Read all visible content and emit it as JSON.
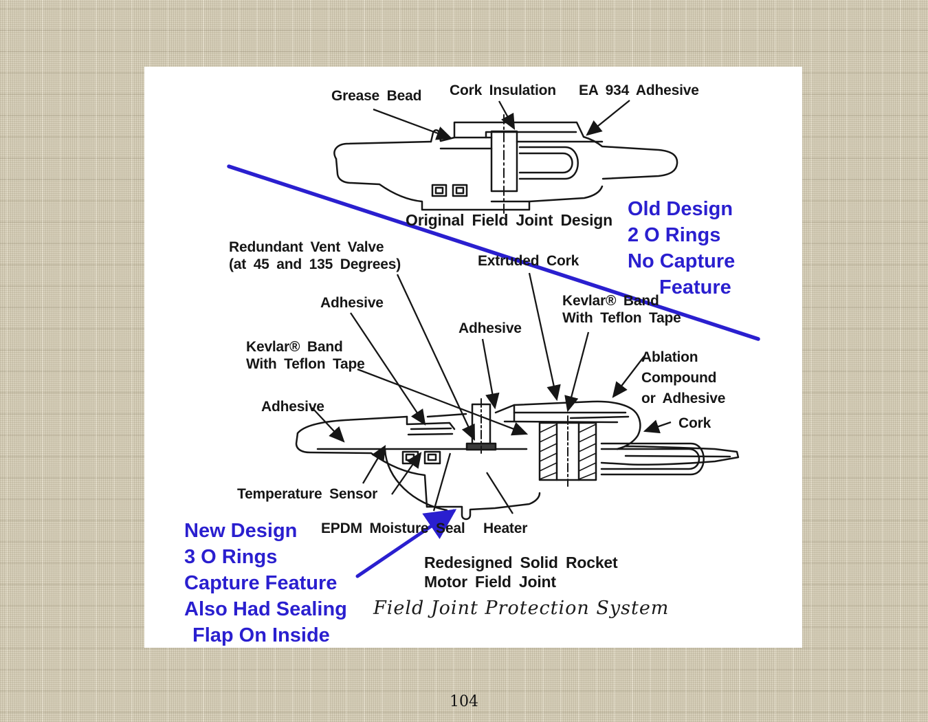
{
  "colors": {
    "accent_blue": "#2a1fcf",
    "ink": "#161616",
    "background": "#d8d1bc",
    "panel": "#ffffff"
  },
  "page": {
    "number": "104"
  },
  "upper_diagram": {
    "labels": {
      "grease_bead": "Grease Bead",
      "cork_insulation": "Cork Insulation",
      "ea_934_adhesive": "EA 934 Adhesive"
    },
    "caption": "Original Field Joint Design"
  },
  "old_design_note": {
    "lines": [
      "Old Design",
      "2 O Rings",
      "No Capture",
      "Feature"
    ]
  },
  "lower_diagram": {
    "labels": {
      "redundant_vent_valve_line1": "Redundant Vent Valve",
      "redundant_vent_valve_line2": "(at 45 and 135 Degrees)",
      "extruded_cork": "Extruded Cork",
      "adhesive_upper": "Adhesive",
      "adhesive_center": "Adhesive",
      "kevlar_band_right_line1": "Kevlar® Band",
      "kevlar_band_right_line2": "With Teflon Tape",
      "kevlar_band_left_line1": "Kevlar® Band",
      "kevlar_band_left_line2": "With Teflon Tape",
      "ablation_line1": "Ablation",
      "ablation_line2": "Compound",
      "ablation_line3": "or Adhesive",
      "cork": "Cork",
      "adhesive_left": "Adhesive",
      "temperature_sensor": "Temperature Sensor",
      "epdm_moisture_seal": "EPDM Moisture Seal",
      "heater": "Heater"
    },
    "caption_line1": "Redesigned Solid Rocket",
    "caption_line2": "Motor Field Joint"
  },
  "new_design_note": {
    "lines": [
      "New Design",
      "3 O Rings",
      "Capture Feature",
      "Also Had Sealing",
      "Flap On Inside"
    ]
  },
  "footer_caption": "Field Joint Protection System"
}
